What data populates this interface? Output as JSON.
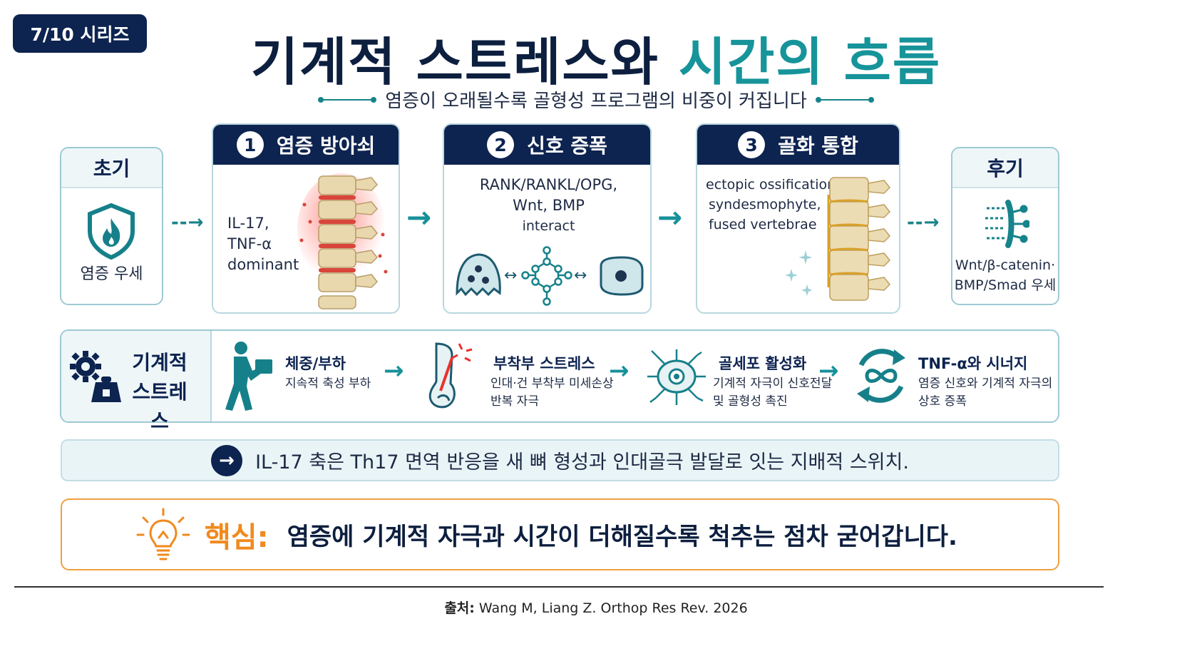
{
  "series_badge": "7/10 시리즈",
  "title": {
    "part1": "기계적 스트레스와 ",
    "part2": "시간의 흐름"
  },
  "subtitle": "염증이 오래될수록 골형성 프로그램의 비중이 커집니다",
  "early": {
    "label": "초기",
    "text": "염증 우세"
  },
  "late": {
    "label": "후기",
    "text_line1": "Wnt/β-catenin·",
    "text_line2": "BMP/Smad 우세"
  },
  "stages": [
    {
      "number": "1",
      "title": "염증 방아쇠",
      "lines": [
        "IL-17,",
        "TNF-α",
        "dominant"
      ]
    },
    {
      "number": "2",
      "title": "신호 증폭",
      "lines": [
        "RANK/RANKL/OPG,",
        "Wnt, BMP",
        "interact"
      ]
    },
    {
      "number": "3",
      "title": "골화 통합",
      "lines": [
        "ectopic ossification,",
        "syndesmophyte,",
        "fused vertebrae"
      ]
    }
  ],
  "mechanical": {
    "title_line1": "기계적",
    "title_line2": "스트레스",
    "items": [
      {
        "title": "체중/부하",
        "desc_line1": "지속적 축성 부하",
        "desc_line2": ""
      },
      {
        "title": "부착부 스트레스",
        "desc_line1": "인대·건 부착부 미세손상",
        "desc_line2": "반복 자극"
      },
      {
        "title": "골세포 활성화",
        "desc_line1": "기계적 자극이 신호전달",
        "desc_line2": "및 골형성 촉진"
      },
      {
        "title": "TNF-α와 시너지",
        "desc_line1": "염증 신호와 기계적 자극의",
        "desc_line2": "상호 증폭"
      }
    ]
  },
  "switch_text": "IL-17 축은 Th17 면역 반응을 새 뼈 형성과 인대골극 발달로 잇는 지배적 스위치.",
  "core": {
    "label": "핵심:",
    "text": "염증에 기계적 자극과 시간이 더해질수록 척추는 점차 굳어갑니다."
  },
  "source": {
    "label": "출처:",
    "text": " Wang M, Liang Z. Orthop Res Rev. 2026"
  },
  "icons": [
    "shield-flame-icon",
    "spine-inflamed-icon",
    "cell-icon",
    "molecule-network-icon",
    "fused-spine-icon",
    "sparkle-icon",
    "signal-receptor-icon",
    "gear-weight-icon",
    "person-carrying-icon",
    "tendon-bone-icon",
    "osteocyte-icon",
    "cycle-infinity-icon",
    "arrow-right-icon",
    "lightbulb-icon"
  ],
  "colors": {
    "navy": "#0d2350",
    "teal": "#16949a",
    "orange": "#f08a1c",
    "inflammation": "#e8322b",
    "bone": "#e8d7b0"
  }
}
